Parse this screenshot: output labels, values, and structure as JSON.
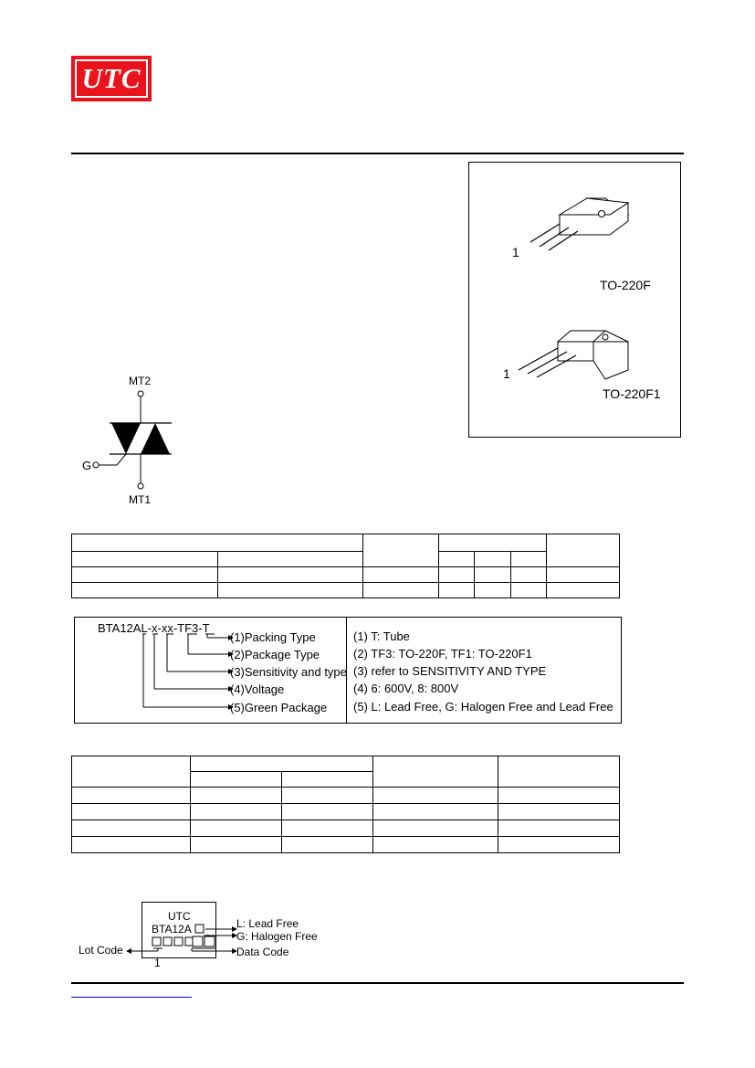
{
  "logo": {
    "text": "UTC"
  },
  "packages": [
    {
      "pin_label": "1",
      "name": "TO-220F"
    },
    {
      "pin_label": "1",
      "name": "TO-220F1"
    }
  ],
  "symbol": {
    "mt2": "MT2",
    "mt1": "MT1",
    "gate": "G"
  },
  "ordering": {
    "part_number": "BTA12AL-x-xx-TF3-T",
    "fields": [
      {
        "label": "(1)Packing Type",
        "value": "(1) T: Tube"
      },
      {
        "label": "(2)Package Type",
        "value": "(2) TF3: TO-220F, TF1: TO-220F1"
      },
      {
        "label": "(3)Sensitivity and type",
        "value": "(3) refer to SENSITIVITY AND TYPE"
      },
      {
        "label": "(4)Voltage",
        "value": "(4) 6: 600V, 8: 800V"
      },
      {
        "label": "(5)Green Package",
        "value": "(5) L: Lead Free, G: Halogen Free and Lead Free"
      }
    ]
  },
  "marking": {
    "line1": "UTC",
    "line2": "BTA12A",
    "pin": "1",
    "lead_free": "L: Lead Free",
    "halogen_free": "G: Halogen Free",
    "lot_code": "Lot Code",
    "date_code": "Data Code"
  },
  "colors": {
    "brand_red": "#e8131b",
    "link_blue": "#0000ee"
  }
}
